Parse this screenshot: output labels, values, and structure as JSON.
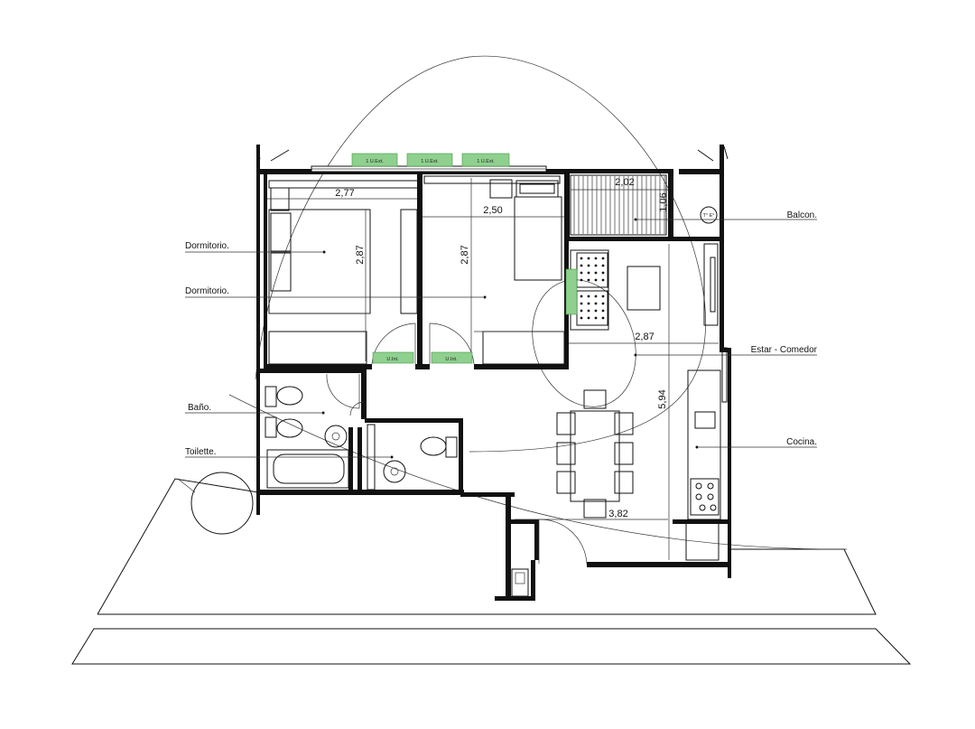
{
  "rooms": {
    "dormitorio_1": "Dormitorio.",
    "dormitorio_2": "Dormitorio.",
    "bano": "Baño.",
    "toilette": "Toilette.",
    "balcon": "Balcon.",
    "estar_comedor": "Estar - Comedor",
    "cocina": "Cocina."
  },
  "dimensions": {
    "dorm1_width": "2,77",
    "dorm1_depth": "2,87",
    "dorm2_width": "2,50",
    "dorm2_depth": "2,87",
    "balcon_width": "2,02",
    "balcon_depth": "1,06",
    "estar_width": "2,87",
    "estar_depth": "5,94",
    "comedor_width": "3,82"
  },
  "tags": {
    "window_1": "1 U.Ext.",
    "window_2": "1 U.Ext.",
    "window_3": "1 U.Ext.",
    "door_1": "U.Int.",
    "door_2": "U.Int.",
    "termo": "T° E°"
  },
  "colors": {
    "walls": "#111111",
    "tags": "#8fd08f"
  }
}
